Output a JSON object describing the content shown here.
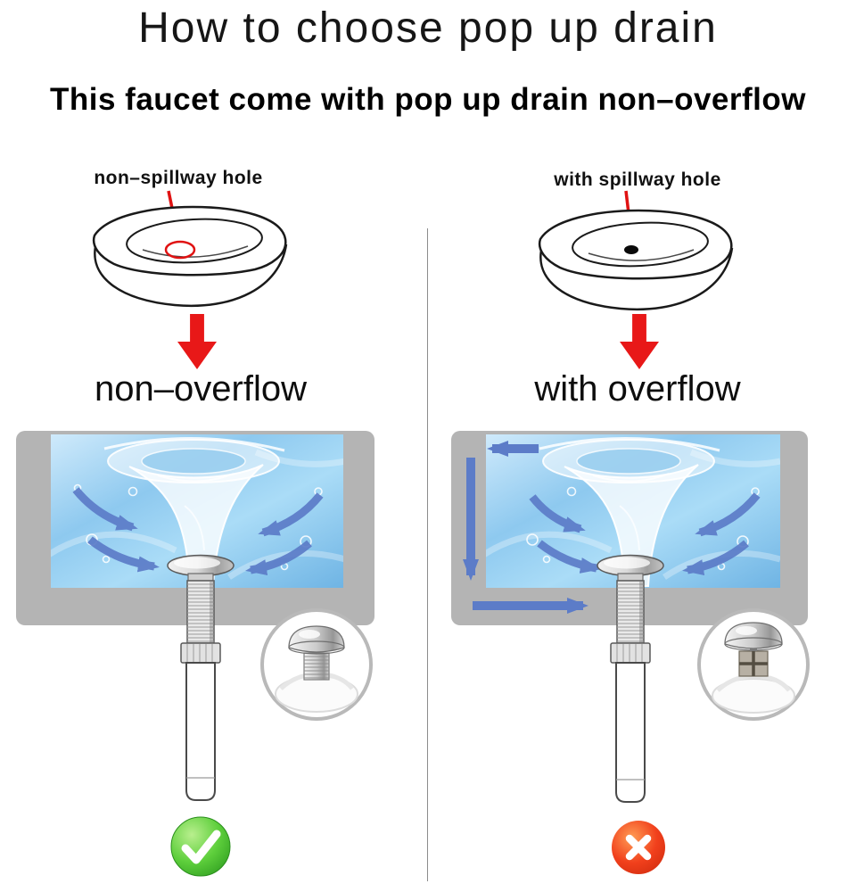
{
  "title": "How to choose pop up drain",
  "subtitle": "This faucet come with pop up drain non–overflow",
  "left": {
    "hole_label": "non–spillway hole",
    "flow_label": "non–overflow"
  },
  "right": {
    "hole_label": "with spillway hole",
    "flow_label": "with overflow"
  },
  "icons": {
    "pointer": "red-pointer-arrow-icon",
    "down_arrow": "red-down-arrow-icon",
    "verdict_left": "check-icon",
    "verdict_right": "x-icon",
    "check_glyph": "✓",
    "cross_glyph": "✕"
  },
  "colors": {
    "arrow_red": "#e81818",
    "water_arrow_blue": "#5c7cc8",
    "check_green": "#3db431",
    "cross_red": "#ee3a18",
    "panel_gray": "#b4b4b4",
    "water_blue": "#7fc2ea"
  }
}
